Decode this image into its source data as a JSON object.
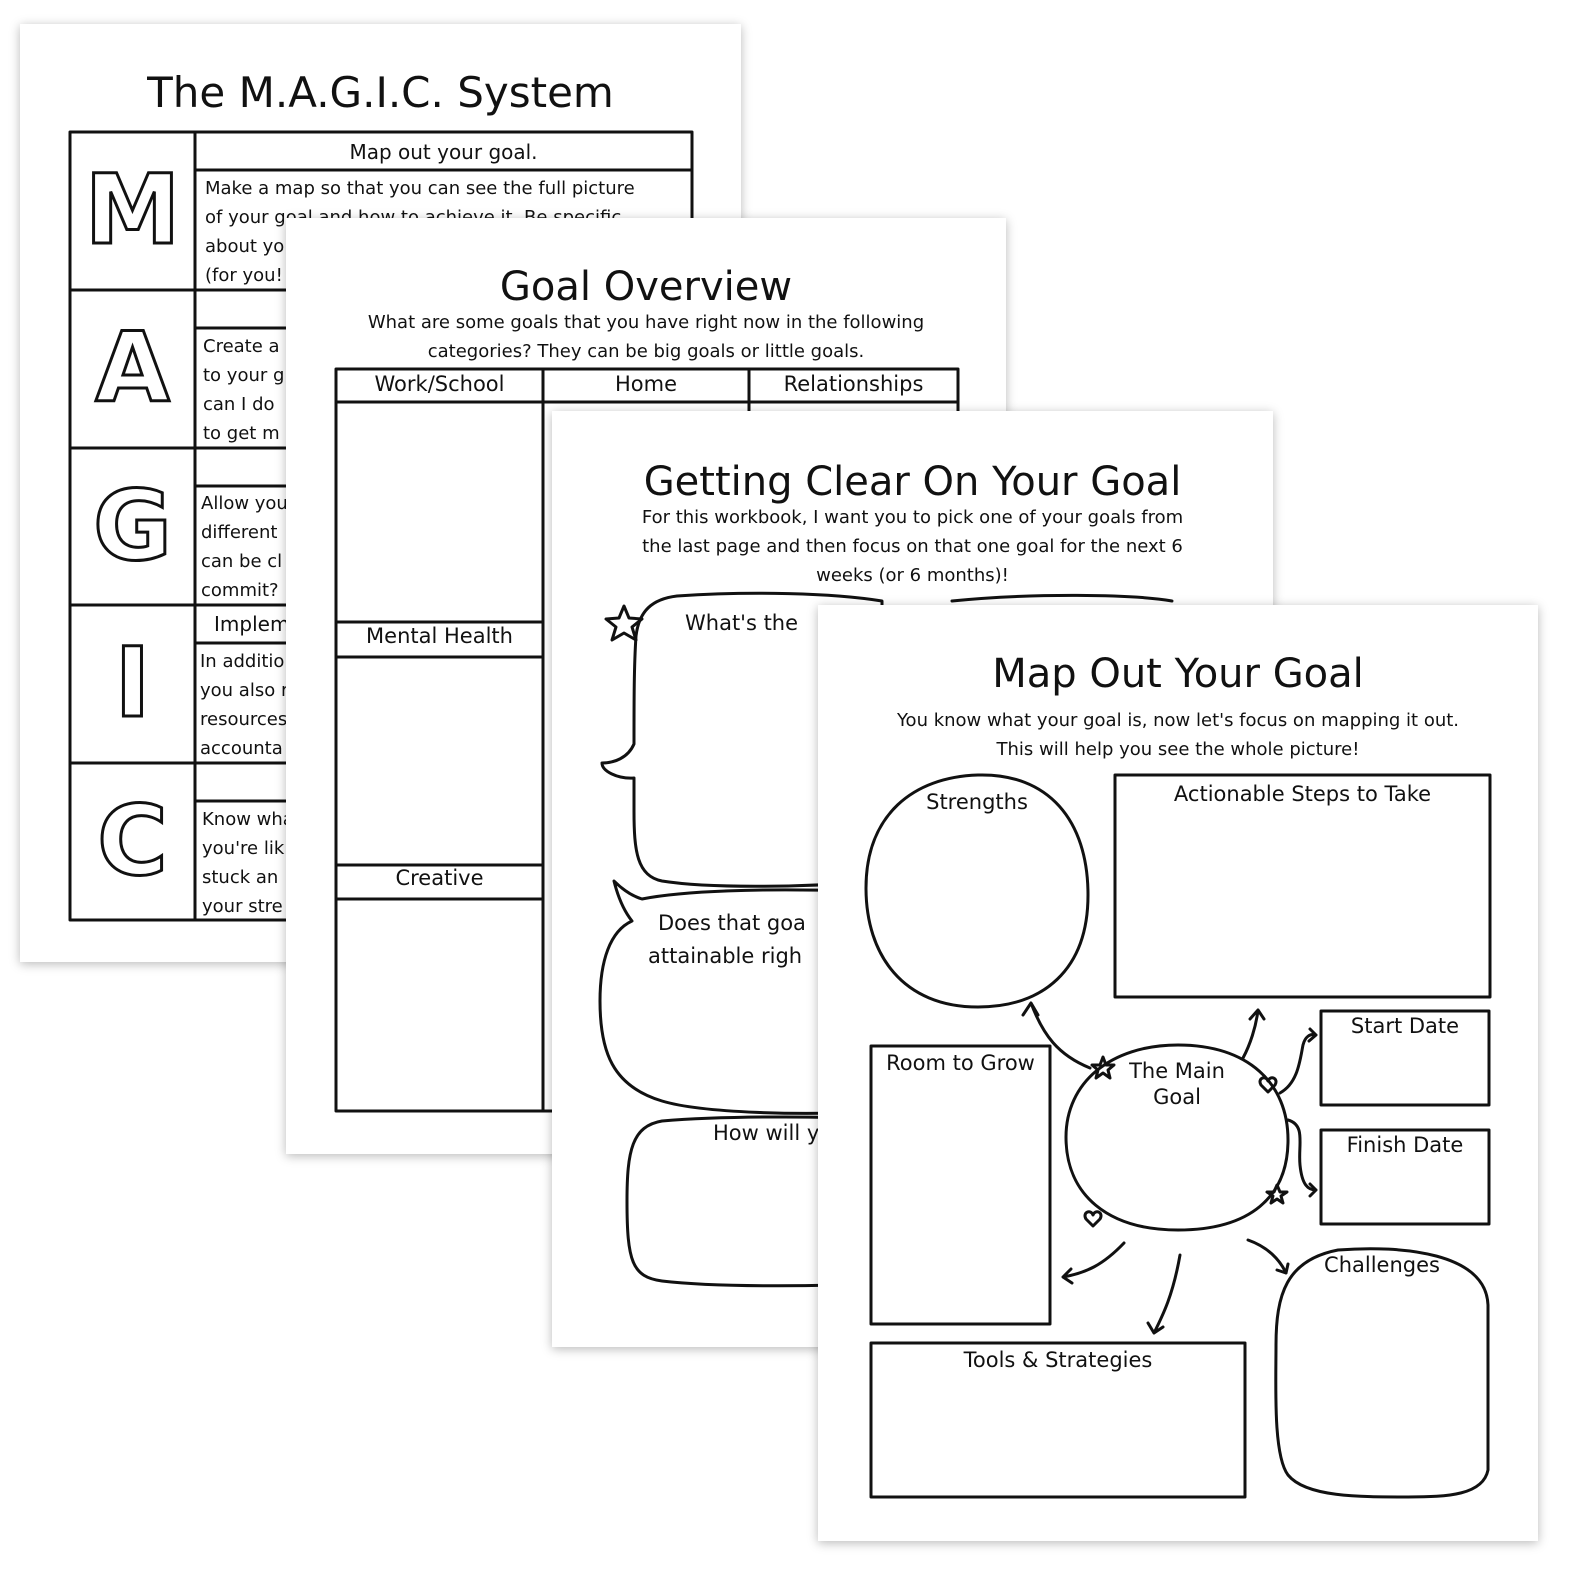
{
  "magic_page": {
    "title": "The M.A.G.I.C. System",
    "letters": [
      "M",
      "A",
      "G",
      "I",
      "C"
    ],
    "rows": [
      {
        "heading": "Map out your goal.",
        "lines": [
          "Make a map so that you can see the full picture",
          "of your goal and how to achieve it. Be specific",
          "about yo",
          "(for you!"
        ]
      },
      {
        "heading": "",
        "lines": [
          "Create a",
          "to your g",
          "can I do",
          "to get m"
        ]
      },
      {
        "heading": "",
        "lines": [
          "Allow your",
          "different",
          "can be cl",
          "commit? "
        ]
      },
      {
        "heading": "Impleme",
        "lines": [
          "In additio",
          "you also r",
          "resources",
          "accounta"
        ]
      },
      {
        "heading": "",
        "lines": [
          "Know wha",
          "you're lik",
          "stuck an",
          "your stre"
        ]
      }
    ]
  },
  "overview_page": {
    "title": "Goal Overview",
    "subtitle_lines": [
      "What are some goals that you have right now in the following",
      "categories? They can be big goals or little goals."
    ],
    "headers": [
      "Work/School",
      "Home",
      "Relationships"
    ],
    "lower_labels": [
      "Mental Health",
      "Creative"
    ]
  },
  "clear_page": {
    "title": "Getting Clear On Your Goal",
    "subtitle_lines": [
      "For this workbook, I want you to pick one of your goals from",
      "the last page and then focus on that one goal for the next 6",
      "weeks (or 6 months)!"
    ],
    "bubble1": "What's the",
    "bubble2_lines": [
      "Does that goa",
      "attainable righ"
    ],
    "bubble3": "How will y"
  },
  "map_page": {
    "title": "Map Out Your Goal",
    "subtitle_lines": [
      "You know what your goal is, now let's focus on mapping it out.",
      "This will help you see the whole picture!"
    ],
    "strengths": "Strengths",
    "actionable": "Actionable Steps to Take",
    "start_date": "Start Date",
    "finish_date": "Finish Date",
    "main_goal_lines": [
      "The Main",
      "Goal"
    ],
    "room_to_grow": "Room to Grow",
    "challenges": "Challenges",
    "tools": "Tools & Strategies"
  }
}
